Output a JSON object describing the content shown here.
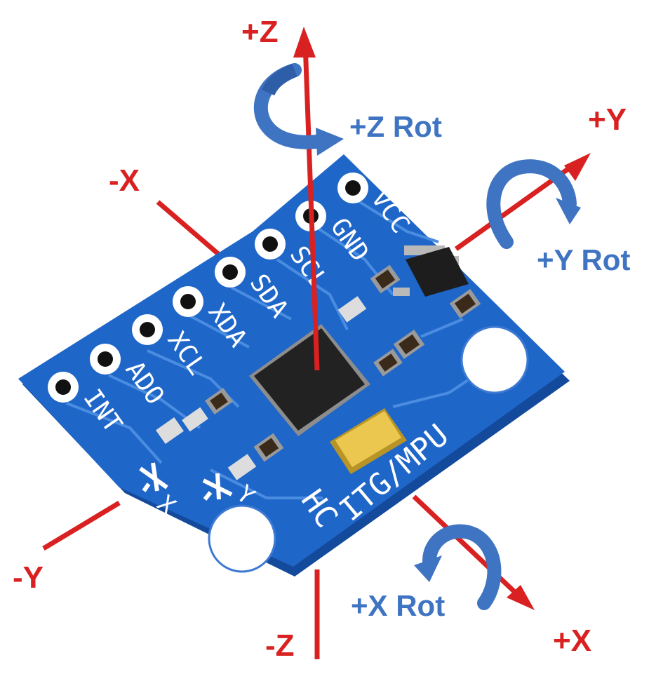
{
  "axes": {
    "pos_z": "+Z",
    "neg_z": "-Z",
    "pos_y": "+Y",
    "neg_y": "-Y",
    "pos_x": "+X",
    "neg_x": "-X"
  },
  "rotations": {
    "z": "+Z Rot",
    "y": "+Y Rot",
    "x": "+X Rot"
  },
  "board": {
    "pins": [
      "VCC",
      "GND",
      "SCL",
      "SDA",
      "XDA",
      "XCL",
      "ADO",
      "INT"
    ],
    "chip_marking": "ITG/MPU",
    "bus_marking": "HC",
    "axis_x_mark": "X",
    "axis_y_mark": "Y"
  },
  "colors": {
    "axis": "#d92121",
    "rotation": "#3f74c2",
    "pcb": "#1f66c9",
    "pcb_edge": "#134a9c",
    "pcb_trace": "#4a8de0",
    "chip": "#262626",
    "capacitor": "#e9c64c",
    "silkscreen": "#ffffff"
  }
}
